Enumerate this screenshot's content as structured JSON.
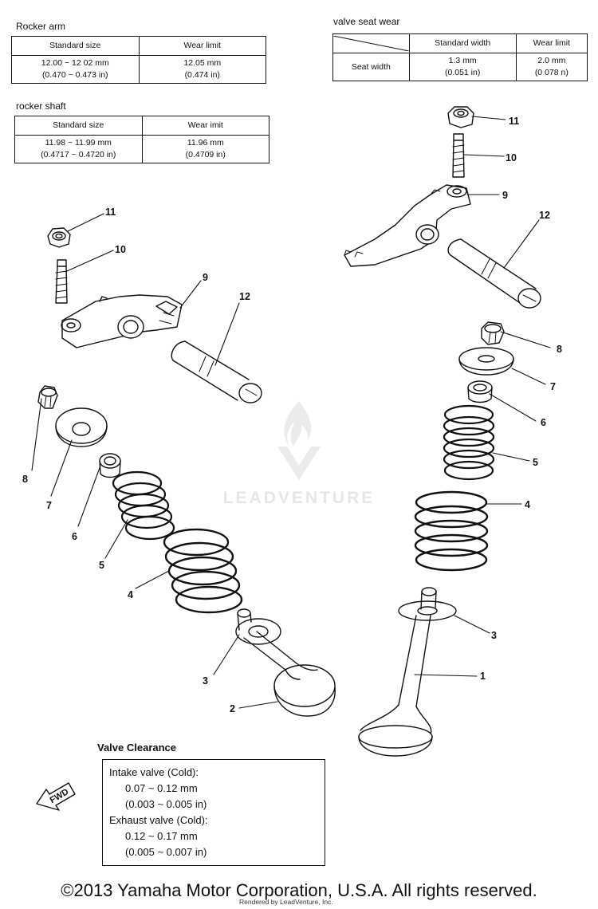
{
  "rocker_arm": {
    "title": "Rocker arm",
    "headers": [
      "Standard size",
      "Wear limit"
    ],
    "standard": [
      "12.00 ~ 12 02 mm",
      "(0.470 ~ 0.473 in)"
    ],
    "limit": [
      "12.05 mm",
      "(0.474 in)"
    ]
  },
  "rocker_shaft": {
    "title": "rocker shaft",
    "headers": [
      "Standard size",
      "Wear imit"
    ],
    "standard": [
      "11.98 ~ 11.99 mm",
      "(0.4717 ~ 0.4720 in)"
    ],
    "limit": [
      "11.96 mm",
      "(0.4709 in)"
    ]
  },
  "valve_seat": {
    "title": "valve seat wear",
    "headers": [
      "Standard width",
      "Wear limit"
    ],
    "row_label": "Seat width",
    "standard": [
      "1.3 mm",
      "(0.051 in)"
    ],
    "limit": [
      "2.0 mm",
      "(0 078 n)"
    ]
  },
  "valve_clearance": {
    "title": "Valve Clearance",
    "lines": [
      "Intake valve (Cold):",
      "0.07 ~ 0.12 mm",
      "(0.003 ~ 0.005 in)",
      "Exhaust valve (Cold):",
      "0.12 ~ 0.17 mm",
      "(0.005 ~ 0.007 in)"
    ]
  },
  "fwd_label": "FWD",
  "callouts": {
    "left": [
      "11",
      "10",
      "9",
      "12",
      "8",
      "7",
      "6",
      "5",
      "4",
      "3",
      "2"
    ],
    "right": [
      "11",
      "10",
      "9",
      "12",
      "8",
      "7",
      "6",
      "5",
      "4",
      "3",
      "1"
    ]
  },
  "watermark": "LEADVENTURE",
  "copyright": "©2013 Yamaha Motor Corporation, U.S.A. All rights reserved.",
  "rendered_by": "Rendered by LeadVenture, Inc."
}
